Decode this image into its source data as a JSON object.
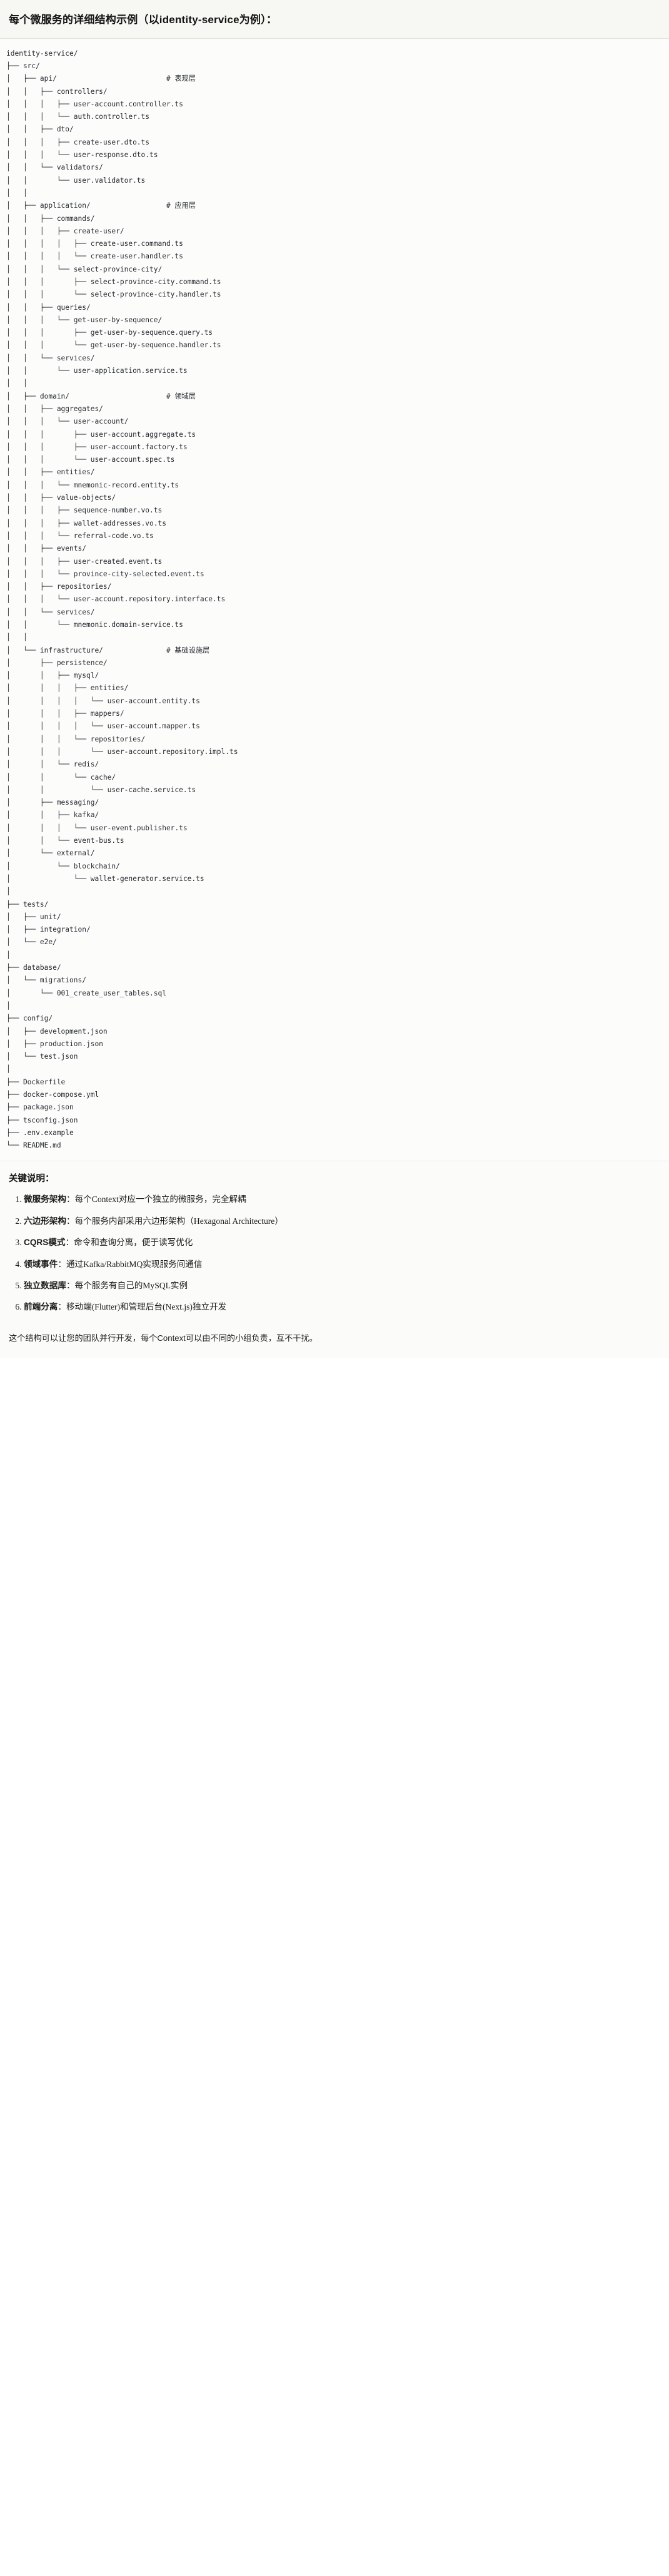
{
  "header": {
    "title": "每个微服务的详细结构示例（以identity-service为例）："
  },
  "tree": {
    "root_label": "identity-service/",
    "text": "identity-service/\n├── src/\n│   ├── api/                          # 表现层\n│   │   ├── controllers/\n│   │   │   ├── user-account.controller.ts\n│   │   │   └── auth.controller.ts\n│   │   ├── dto/\n│   │   │   ├── create-user.dto.ts\n│   │   │   └── user-response.dto.ts\n│   │   └── validators/\n│   │       └── user.validator.ts\n│   │\n│   ├── application/                  # 应用层\n│   │   ├── commands/\n│   │   │   ├── create-user/\n│   │   │   │   ├── create-user.command.ts\n│   │   │   │   └── create-user.handler.ts\n│   │   │   └── select-province-city/\n│   │   │       ├── select-province-city.command.ts\n│   │   │       └── select-province-city.handler.ts\n│   │   ├── queries/\n│   │   │   └── get-user-by-sequence/\n│   │   │       ├── get-user-by-sequence.query.ts\n│   │   │       └── get-user-by-sequence.handler.ts\n│   │   └── services/\n│   │       └── user-application.service.ts\n│   │\n│   ├── domain/                       # 领域层\n│   │   ├── aggregates/\n│   │   │   └── user-account/\n│   │   │       ├── user-account.aggregate.ts\n│   │   │       ├── user-account.factory.ts\n│   │   │       └── user-account.spec.ts\n│   │   ├── entities/\n│   │   │   └── mnemonic-record.entity.ts\n│   │   ├── value-objects/\n│   │   │   ├── sequence-number.vo.ts\n│   │   │   ├── wallet-addresses.vo.ts\n│   │   │   └── referral-code.vo.ts\n│   │   ├── events/\n│   │   │   ├── user-created.event.ts\n│   │   │   └── province-city-selected.event.ts\n│   │   ├── repositories/\n│   │   │   └── user-account.repository.interface.ts\n│   │   └── services/\n│   │       └── mnemonic.domain-service.ts\n│   │\n│   └── infrastructure/               # 基础设施层\n│       ├── persistence/\n│       │   ├── mysql/\n│       │   │   ├── entities/\n│       │   │   │   └── user-account.entity.ts\n│       │   │   ├── mappers/\n│       │   │   │   └── user-account.mapper.ts\n│       │   │   └── repositories/\n│       │   │       └── user-account.repository.impl.ts\n│       │   └── redis/\n│       │       └── cache/\n│       │           └── user-cache.service.ts\n│       ├── messaging/\n│       │   ├── kafka/\n│       │   │   └── user-event.publisher.ts\n│       │   └── event-bus.ts\n│       └── external/\n│           └── blockchain/\n│               └── wallet-generator.service.ts\n│\n├── tests/\n│   ├── unit/\n│   ├── integration/\n│   └── e2e/\n│\n├── database/\n│   └── migrations/\n│       └── 001_create_user_tables.sql\n│\n├── config/\n│   ├── development.json\n│   ├── production.json\n│   └── test.json\n│\n├── Dockerfile\n├── docker-compose.yml\n├── package.json\n├── tsconfig.json\n├── .env.example\n└── README.md"
  },
  "keypoints": {
    "heading": "关键说明：",
    "items": [
      {
        "term": "微服务架构",
        "desc": "每个Context对应一个独立的微服务，完全解耦"
      },
      {
        "term": "六边形架构",
        "desc": "每个服务内部采用六边形架构（Hexagonal Architecture）"
      },
      {
        "term": "CQRS模式",
        "desc": "命令和查询分离，便于读写优化"
      },
      {
        "term": "领域事件",
        "desc": "通过Kafka/RabbitMQ实现服务间通信"
      },
      {
        "term": "独立数据库",
        "desc": "每个服务有自己的MySQL实例"
      },
      {
        "term": "前端分离",
        "desc": "移动端(Flutter)和管理后台(Next.js)独立开发"
      }
    ],
    "separator": "：",
    "closing": "这个结构可以让您的团队并行开发，每个Context可以由不同的小组负责，互不干扰。"
  },
  "colors": {
    "page_bg": "#ffffff",
    "title_bg": "#f7f7f4",
    "code_bg": "#fcfcfb",
    "keypoints_bg": "#fbfbf9",
    "text": "#1a1a1a",
    "code_text": "#24292f",
    "divider": "#e3e3de"
  }
}
